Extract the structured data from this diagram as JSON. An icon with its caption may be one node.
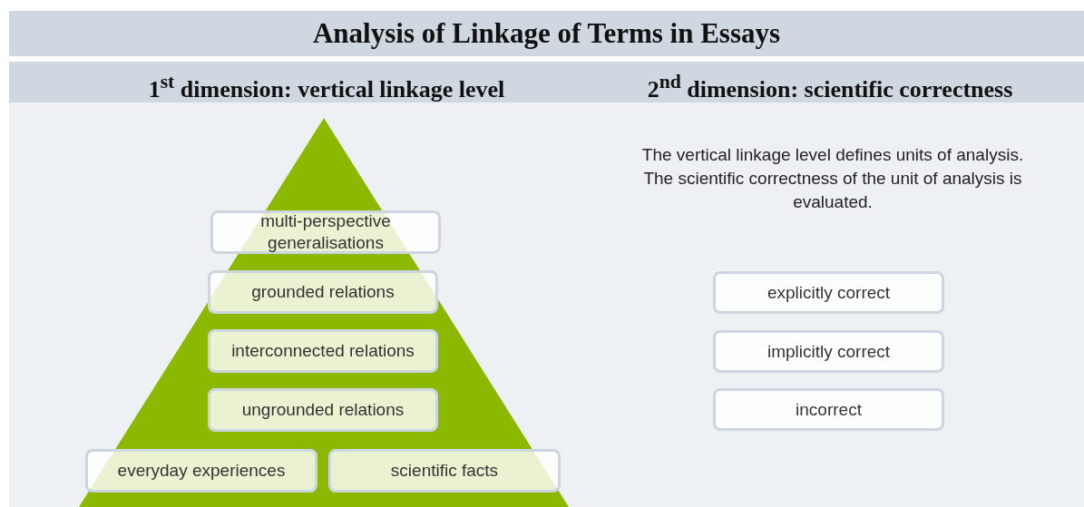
{
  "diagram": {
    "title": "Analysis of Linkage of Terms in Essays",
    "nodes": [
      {
        "text": [
          "multi-perspective generalisations"
        ]
      },
      {
        "text": [
          "grounded relations"
        ]
      },
      {
        "text": [
          "interconnected relations"
        ]
      },
      {
        "text": [
          "ungrounded relations"
        ]
      },
      {
        "text": [
          "everyday experiences"
        ]
      },
      {
        "text": [
          "scientific facts"
        ]
      },
      {
        "text": [
          "explicitly correct"
        ]
      },
      {
        "text": [
          "implicitly correct"
        ]
      },
      {
        "text": [
          "incorrect"
        ]
      }
    ],
    "labels": [
      "1$^{st}$ dimension: vertical linkage level",
      "2$^{nd}$ dimension: scientific correctness",
      "The vertical linkage level defines units of analysis. The scientific correctness of the unit of analysis is evaluated."
    ]
  }
}
